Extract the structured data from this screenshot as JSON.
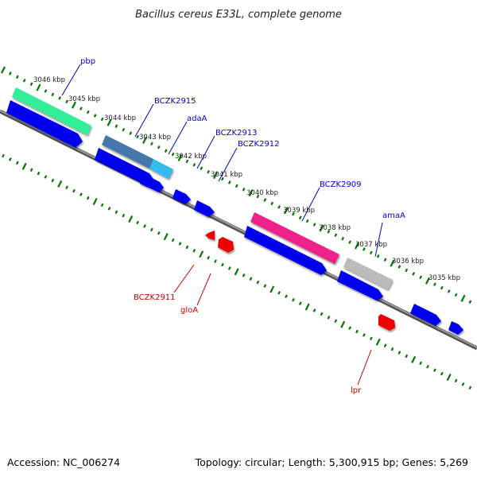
{
  "title": "Bacillus cereus E33L, complete genome",
  "accession": "Accession: NC_006274",
  "summary": "Topology: circular; Length: 5,300,915 bp; Genes: 5,269",
  "colors": {
    "forward_cds": "#0000ee",
    "reverse_cds": "#ee0000",
    "backbone": "#888888",
    "tick": "#007700",
    "gene_label_forward": "#0000cc",
    "gene_label_reverse": "#cc0000"
  },
  "kbp_labels": [
    "3046 kbp",
    "3045 kbp",
    "3044 kbp",
    "3043 kbp",
    "3042 kbp",
    "3041 kbp",
    "3040 kbp",
    "3039 kbp",
    "3038 kbp",
    "3037 kbp",
    "3036 kbp",
    "3035 kbp"
  ],
  "gene_labels": [
    {
      "text": "pbp",
      "strand": "forward"
    },
    {
      "text": "BCZK2915",
      "strand": "forward"
    },
    {
      "text": "adaA",
      "strand": "forward"
    },
    {
      "text": "BCZK2913",
      "strand": "forward"
    },
    {
      "text": "BCZK2912",
      "strand": "forward"
    },
    {
      "text": "BCZK2909",
      "strand": "forward"
    },
    {
      "text": "amaA",
      "strand": "forward"
    },
    {
      "text": "BCZK2911",
      "strand": "reverse"
    },
    {
      "text": "gloA",
      "strand": "reverse"
    },
    {
      "text": "lpr",
      "strand": "reverse"
    }
  ]
}
